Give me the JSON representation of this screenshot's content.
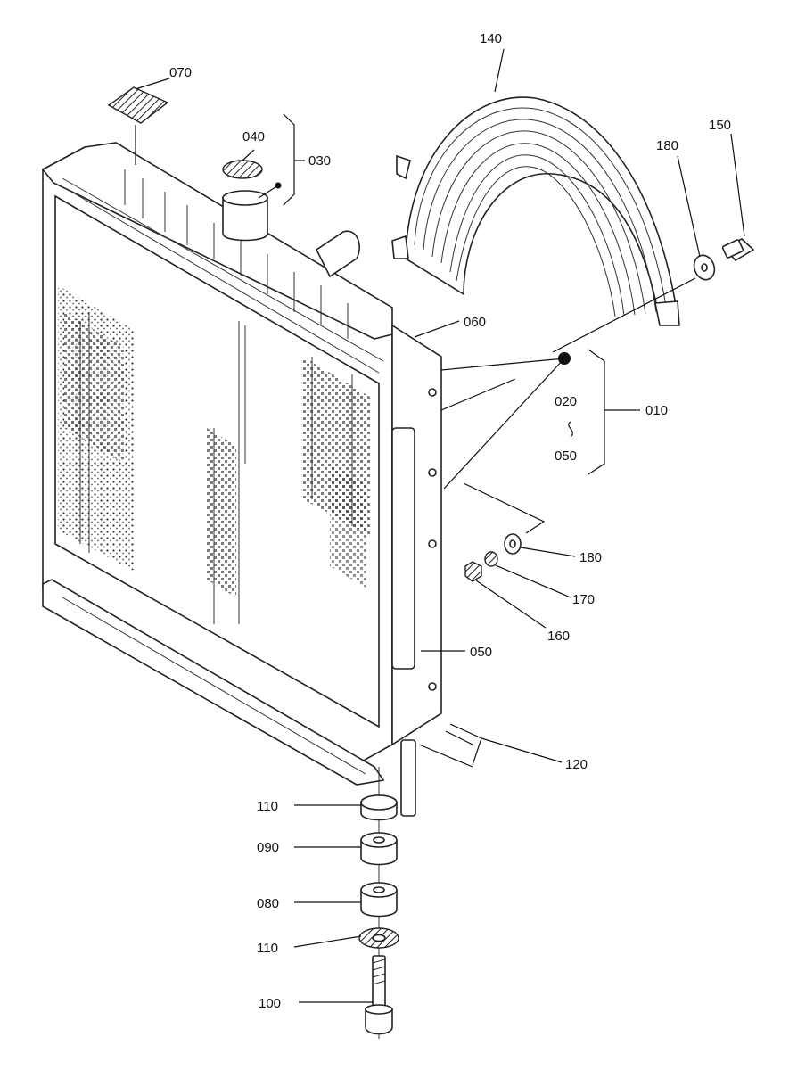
{
  "labels": {
    "l070": "070",
    "l040": "040",
    "l030": "030",
    "l140": "140",
    "l150": "150",
    "l180a": "180",
    "l060": "060",
    "l020": "020",
    "l050a": "050",
    "l010": "010",
    "l180b": "180",
    "l170": "170",
    "l160": "160",
    "l050b": "050",
    "l120": "120",
    "l110a": "110",
    "l090": "090",
    "l080": "080",
    "l110b": "110",
    "l100": "100"
  },
  "colors": {
    "ink": "#111111",
    "paper": "#ffffff"
  }
}
